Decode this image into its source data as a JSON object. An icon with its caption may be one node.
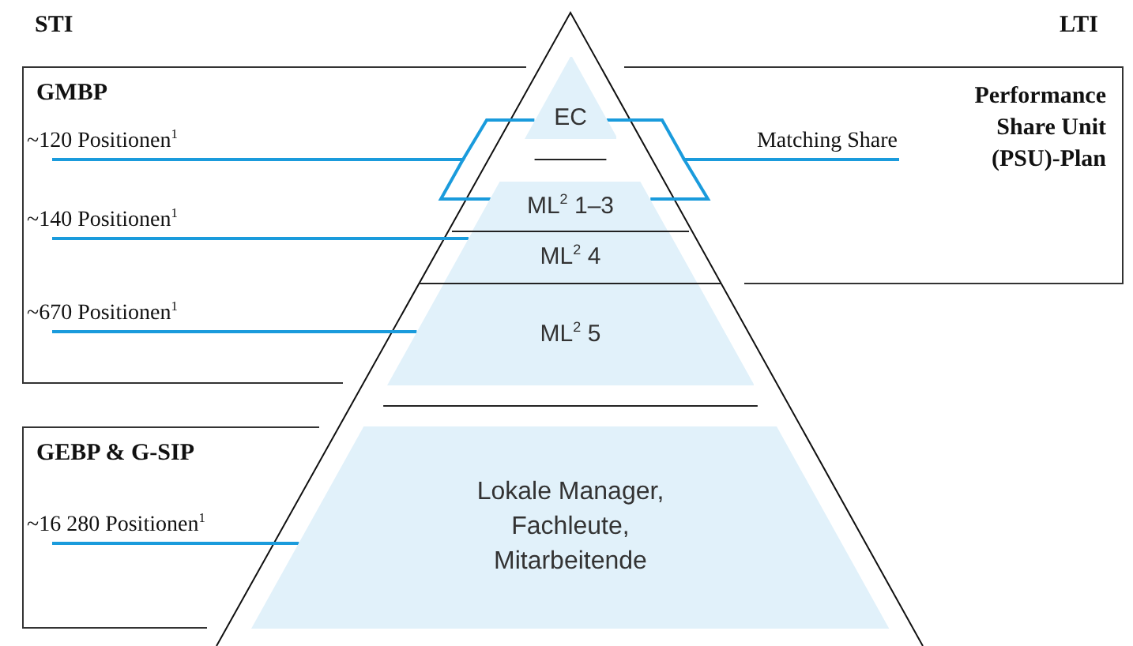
{
  "diagram": {
    "nodes": [
      {
        "text": [
          "GMBP"
        ]
      },
      {
        "text": [
          "~120 Positionen$^{1}$"
        ],
        "in": 0
      },
      {
        "text": [
          "~140 Positionen$^{1}$"
        ],
        "in": 0
      },
      {
        "text": [
          "~670 Positionen$^{1}$"
        ],
        "in": 0
      },
      {
        "text": [
          "Performance Share Unit (PSU)-Plan"
        ]
      },
      {
        "text": [
          "Matching Share"
        ],
        "in": 4
      },
      {
        "text": [
          "GEBP & G-SIP"
        ]
      },
      {
        "text": [
          "~16 280 Positionen$^{1}$"
        ],
        "in": 6
      },
      {
        "text": [
          "EC"
        ]
      },
      {
        "text": [
          "ML$^{2}$ 1–3"
        ]
      },
      {
        "text": [
          "ML$^{2}$ 4"
        ]
      },
      {
        "text": [
          "ML$^{2}$ 5"
        ]
      },
      {
        "text": [
          "Lokale Manager, Fachleute, Mitarbeitende"
        ]
      }
    ],
    "edges": [
      {
        "from": 1,
        "to": 8,
        "arrow": "none"
      },
      {
        "from": 1,
        "to": 9,
        "arrow": "none"
      },
      {
        "from": 5,
        "to": 8,
        "arrow": "none"
      },
      {
        "from": 5,
        "to": 9,
        "arrow": "none"
      },
      {
        "from": 2,
        "to": 10,
        "arrow": "none"
      },
      {
        "from": 3,
        "to": 11,
        "arrow": "none"
      },
      {
        "from": 7,
        "to": 12,
        "arrow": "none"
      }
    ],
    "labels": [
      "STI",
      "LTI"
    ]
  }
}
